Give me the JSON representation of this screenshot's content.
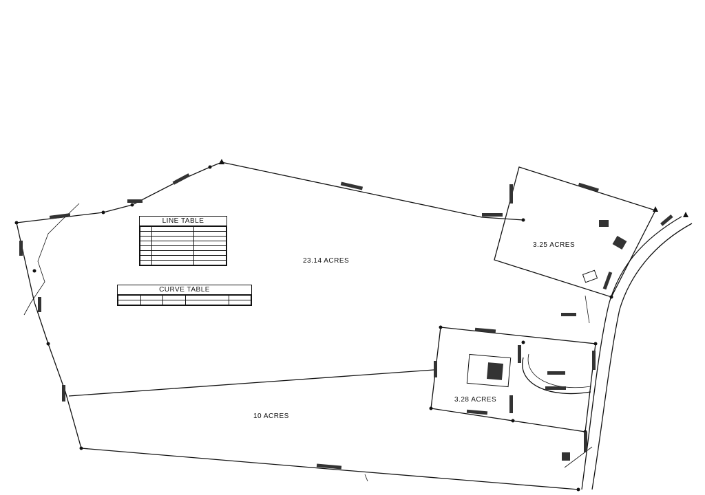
{
  "parcels": [
    {
      "label": "23.14 ACRES"
    },
    {
      "label": "3.25 ACRES"
    },
    {
      "label": "3.28 ACRES"
    },
    {
      "label": "10 ACRES"
    }
  ],
  "line_table": {
    "title": "LINE TABLE"
  },
  "curve_table": {
    "title": "CURVE TABLE"
  }
}
